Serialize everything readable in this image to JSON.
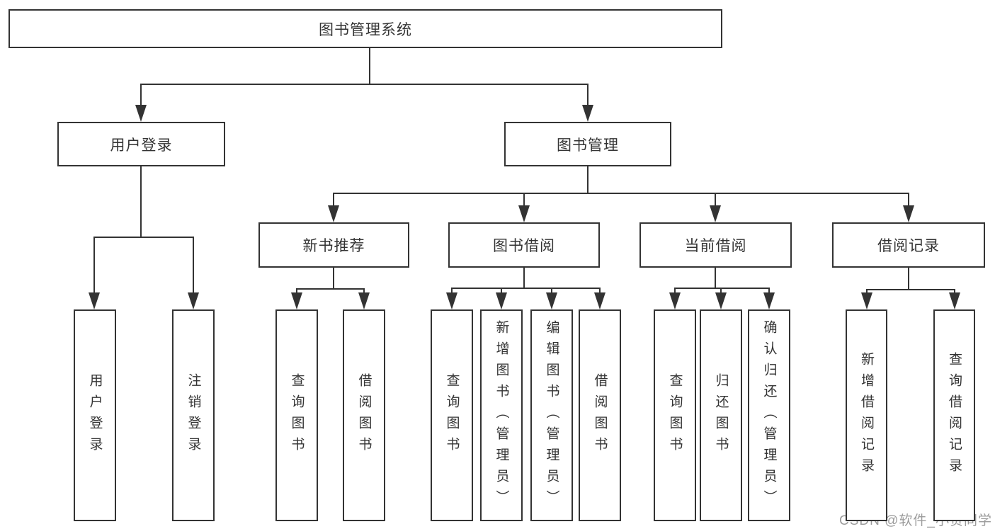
{
  "diagram_title": "图书管理系统",
  "colors": {
    "line": "#333333",
    "text": "#333333",
    "watermark": "#9c9c9c",
    "background": "#ffffff"
  },
  "nodes": [
    {
      "id": "root",
      "label": "图书管理系统",
      "parent": null
    },
    {
      "id": "user-login",
      "label": "用户登录",
      "parent": "root"
    },
    {
      "id": "book-management",
      "label": "图书管理",
      "parent": "root"
    },
    {
      "id": "new-book-recommend",
      "label": "新书推荐",
      "parent": "book-management"
    },
    {
      "id": "book-borrow",
      "label": "图书借阅",
      "parent": "book-management"
    },
    {
      "id": "current-borrow",
      "label": "当前借阅",
      "parent": "book-management"
    },
    {
      "id": "borrow-record",
      "label": "借阅记录",
      "parent": "book-management"
    },
    {
      "id": "leaf-user-login",
      "label": "用户登录",
      "parent": "user-login"
    },
    {
      "id": "leaf-logout",
      "label": "注销登录",
      "parent": "user-login"
    },
    {
      "id": "leaf-nbr-query-book",
      "label": "查询图书",
      "parent": "new-book-recommend"
    },
    {
      "id": "leaf-nbr-borrow-book",
      "label": "借阅图书",
      "parent": "new-book-recommend"
    },
    {
      "id": "leaf-bb-query-book",
      "label": "查询图书",
      "parent": "book-borrow"
    },
    {
      "id": "leaf-bb-add-book",
      "label": "新增图书（管理员）",
      "parent": "book-borrow"
    },
    {
      "id": "leaf-bb-edit-book",
      "label": "编辑图书（管理员）",
      "parent": "book-borrow"
    },
    {
      "id": "leaf-bb-borrow-book",
      "label": "借阅图书",
      "parent": "book-borrow"
    },
    {
      "id": "leaf-cb-query-book",
      "label": "查询图书",
      "parent": "current-borrow"
    },
    {
      "id": "leaf-cb-return-book",
      "label": "归还图书",
      "parent": "current-borrow"
    },
    {
      "id": "leaf-cb-confirm-return",
      "label": "确认归还（管理员）",
      "parent": "current-borrow"
    },
    {
      "id": "leaf-br-add-record",
      "label": "新增借阅记录",
      "parent": "borrow-record"
    },
    {
      "id": "leaf-br-query-record",
      "label": "查询借阅记录",
      "parent": "borrow-record"
    }
  ],
  "watermark": {
    "text": "CSDN @软件_小贺同学"
  }
}
